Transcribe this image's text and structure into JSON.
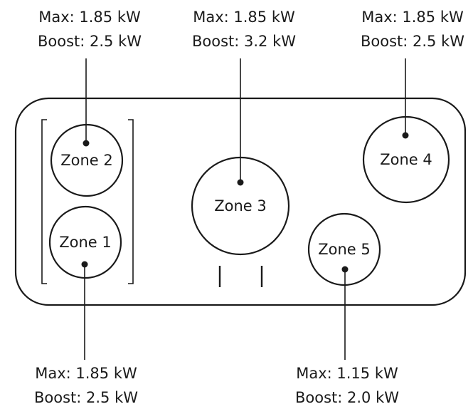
{
  "zones": [
    {
      "id": "zone-1",
      "label": "Zone 1",
      "max": "Max: 1.85 kW",
      "boost": "Boost: 2.5 kW"
    },
    {
      "id": "zone-2",
      "label": "Zone 2",
      "max": "Max: 1.85 kW",
      "boost": "Boost: 2.5 kW"
    },
    {
      "id": "zone-3",
      "label": "Zone 3",
      "max": "Max: 1.85 kW",
      "boost": "Boost: 3.2 kW"
    },
    {
      "id": "zone-4",
      "label": "Zone 4",
      "max": "Max: 1.85 kW",
      "boost": "Boost: 2.5 kW"
    },
    {
      "id": "zone-5",
      "label": "Zone 5",
      "max": "Max: 1.15 kW",
      "boost": "Boost: 2.0 kW"
    }
  ],
  "colors": {
    "stroke": "#1a1a1a",
    "background": "#ffffff"
  }
}
